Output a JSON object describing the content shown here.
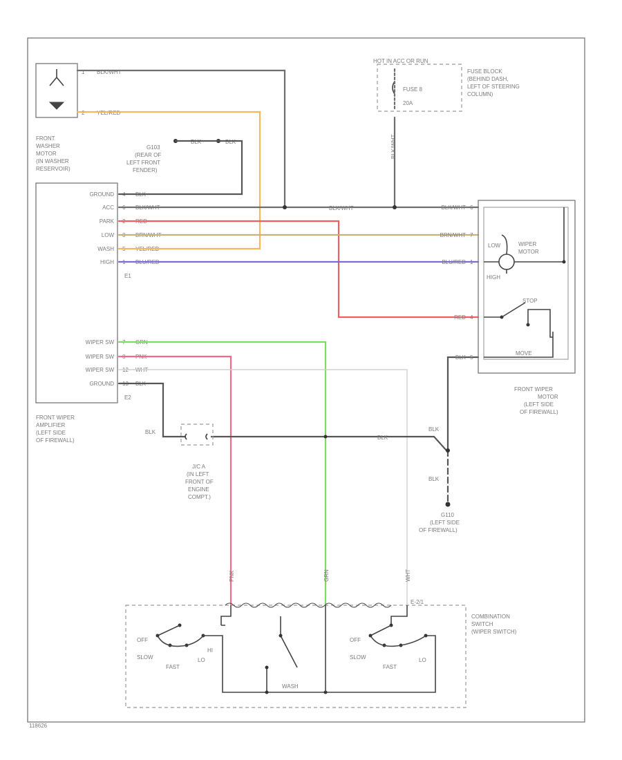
{
  "components": {
    "washer_motor": [
      "FRONT",
      "WASHER",
      "MOTOR",
      "(IN WASHER",
      "RESERVOIR)"
    ],
    "ground_g103": [
      "G103",
      "(REAR OF",
      "LEFT FRONT",
      "FENDER)"
    ],
    "fuse_hot": "HOT IN ACC OR RUN",
    "fuse_name": "FUSE 8",
    "fuse_rating": "20A",
    "fuse_block": [
      "FUSE BLOCK",
      "(BEHIND DASH,",
      "LEFT OF STEERING",
      "COLUMN)"
    ],
    "amplifier_label": [
      "FRONT WIPER",
      "AMPLIFIER",
      "(LEFT SIDE",
      "OF FIREWALL)"
    ],
    "wiper_motor_title": [
      "WIPER",
      "MOTOR"
    ],
    "wiper_motor_low": "LOW",
    "wiper_motor_high": "HIGH",
    "wiper_motor_stop": "STOP",
    "wiper_motor_move": "MOVE",
    "wiper_motor_label": [
      "FRONT WIPER",
      "MOTOR",
      "(LEFT SIDE",
      "OF FIREWALL)"
    ],
    "jc_label": [
      "J/C A",
      "(IN LEFT",
      "FRONT OF",
      "ENGINE",
      "COMPT.)"
    ],
    "ground_g110": [
      "G110",
      "(LEFT SIDE",
      "OF FIREWALL)"
    ],
    "combo_label": [
      "COMBINATION",
      "SWITCH",
      "(WIPER SWITCH)"
    ],
    "sw_off": "OFF",
    "sw_slow": "SLOW",
    "sw_fast": "FAST",
    "sw_lo": "LO",
    "sw_hi": "HI",
    "sw_wash": "WASH",
    "sw_connector": "E-2/1",
    "footer_code": "118626"
  },
  "amp_e1_pins": [
    {
      "name": "GROUND",
      "pin": "4",
      "wire": "BLK"
    },
    {
      "name": "ACC",
      "pin": "6",
      "wire": "BLK/WHT"
    },
    {
      "name": "PARK",
      "pin": "2",
      "wire": "RED"
    },
    {
      "name": "LOW",
      "pin": "3",
      "wire": "BRN/WHT"
    },
    {
      "name": "WASH",
      "pin": "5",
      "wire": "YEL/RED"
    },
    {
      "name": "HIGH",
      "pin": "1",
      "wire": "BLU/RED"
    }
  ],
  "amp_e1_connector": "E1",
  "amp_e2_pins": [
    {
      "name": "WIPER SW",
      "pin": "7",
      "wire": "GRN"
    },
    {
      "name": "WIPER SW",
      "pin": "8",
      "wire": "PNK"
    },
    {
      "name": "WIPER SW",
      "pin": "12",
      "wire": "WHT"
    },
    {
      "name": "GROUND",
      "pin": "13",
      "wire": "BLK"
    }
  ],
  "amp_e2_connector": "E2",
  "washer_wires": [
    {
      "pin": "1",
      "wire": "BLK/WHT"
    },
    {
      "pin": "2",
      "wire": "YEL/RED"
    }
  ],
  "g103_wires": [
    "BLK",
    "BLK"
  ],
  "fuse_wire": "BLK/WHT",
  "splice_wire": "BLK/WHT",
  "motor_pins": [
    {
      "wire": "BLK/WHT",
      "pin": "6"
    },
    {
      "wire": "BRN/WHT",
      "pin": "7"
    },
    {
      "wire": "BLU/RED",
      "pin": "1"
    },
    {
      "wire": "RED",
      "pin": "4"
    },
    {
      "wire": "BLK",
      "pin": "5"
    }
  ],
  "ground_wires": [
    "BLK",
    "BLK",
    "BLK",
    "BLK"
  ],
  "switch_wires": [
    "PNK",
    "GRN",
    "WHT"
  ],
  "colors": {
    "blk_wht": "#6e6e6e",
    "yel_red": "#f5b75a",
    "red": "#f25c5c",
    "brn_wht": "#c8b07a",
    "blu_red": "#7a6bd6",
    "grn": "#7ddb5f",
    "pnk": "#f06a8a",
    "wht": "#cfcfcf",
    "blk": "#555555"
  }
}
